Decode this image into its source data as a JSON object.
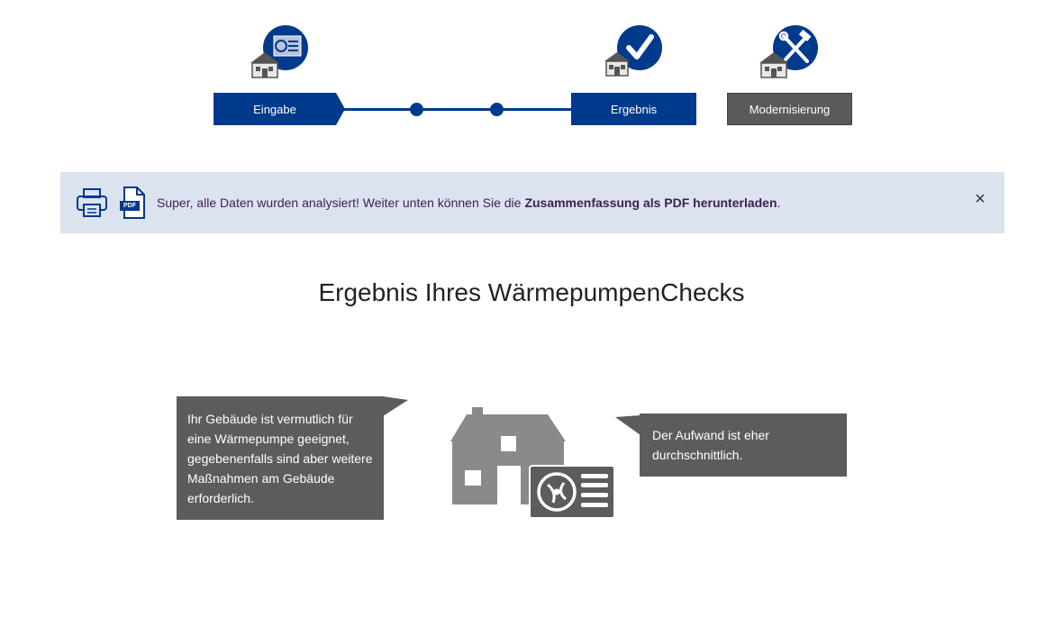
{
  "stepper": {
    "steps": [
      {
        "label": "Eingabe",
        "state": "active"
      },
      {
        "label": "Ergebnis",
        "state": "active"
      },
      {
        "label": "Modernisierung",
        "state": "inactive"
      }
    ]
  },
  "notice": {
    "icons": [
      "printer-icon",
      "pdf-icon",
      "close-icon"
    ],
    "text_prefix": "Super, alle Daten wurden analysiert! Weiter unten können Sie die",
    "text_bold": "Zusammenfassung als PDF herunterladen",
    "text_suffix": ".",
    "pdf_label": "PDF",
    "close_label": "×"
  },
  "result": {
    "title": "Ergebnis Ihres WärmepumpenChecks",
    "left_bubble": "Ihr Gebäude ist vermutlich für eine Wärmepumpe geeignet, gegebenenfalls sind aber weitere Maßnahmen am Gebäude erforderlich.",
    "right_bubble": "Der Aufwand ist eher durchschnittlich."
  },
  "colors": {
    "primary": "#003a8c",
    "inactive": "#5a5a5a",
    "notice_bg": "#dbe3ee",
    "bubble_bg": "#5c5c5c",
    "house": "#8a8a8a"
  }
}
